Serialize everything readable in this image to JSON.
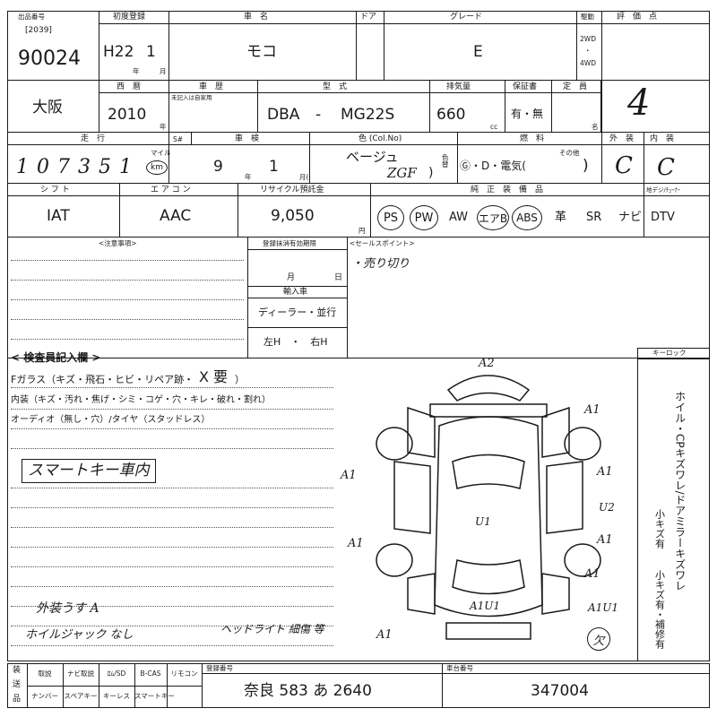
{
  "header": {
    "lot_label": "出品番号",
    "lot_sub": "[2039]",
    "lot_no": "90024",
    "reg_label": "初度登録",
    "reg_era": "H22",
    "reg_month": "1",
    "reg_year_unit": "年",
    "reg_month_unit": "月",
    "car_label": "車　名",
    "car_name": "モコ",
    "door_label": "ドア",
    "grade_label": "グレード",
    "grade": "E",
    "drive_label": "駆動",
    "drive_2wd": "2WD",
    "drive_dot": "・",
    "drive_4wd": "4WD",
    "score_label": "評　価　点",
    "score": "4"
  },
  "row2": {
    "area": "大阪",
    "year_label": "西　暦",
    "year": "2010",
    "year_unit": "年",
    "history_label": "車　歴",
    "history_note": "未記入は自家用",
    "model_label": "型　式",
    "model_prefix": "DBA",
    "model_dash": "-",
    "model_code": "MG22S",
    "cc_label": "排気量",
    "cc": "660",
    "cc_unit": "cc",
    "warranty_label": "保証書",
    "warranty": "有・無",
    "capacity_label": "定　員",
    "capacity_unit": "名"
  },
  "row3": {
    "mileage_label": "走　行",
    "smeter_label": "S#",
    "mileage_hand": "107351",
    "mileage_unit_mile": "マイル",
    "mileage_unit_km": "km",
    "inspection_label": "車　検",
    "insp_year": "9",
    "insp_year_unit": "年",
    "insp_month": "1",
    "insp_month_unit": "月(",
    "color_label": "色 (Col.No)",
    "color": "ベージュ",
    "color_code": "ZGF",
    "color_close": ")",
    "color_side": "色替",
    "fuel_label": "燃　料",
    "fuel_options": "Ⓖ・D・電気(",
    "fuel_other": "その他",
    "fuel_close": ")",
    "exterior_label": "外　装",
    "interior_label": "内　装",
    "exterior": "C",
    "interior": "C"
  },
  "row4": {
    "shift_label": "シ フ ト",
    "shift": "IAT",
    "ac_label": "エ ア コ ン",
    "ac": "AAC",
    "recycle_label": "リサイクル預託金",
    "recycle": "9,050",
    "recycle_unit": "円",
    "equip_label": "純　正　装　備　品",
    "tv_label": "地デジ/ﾁｭｰﾅｰ",
    "equip": [
      "PS",
      "PW",
      "AW",
      "エアB",
      "ABS",
      "革",
      "SR",
      "ナビ",
      "DTV"
    ]
  },
  "notes": {
    "caution_label": "<注意事項>",
    "expiry_label": "登録抹消有効期限",
    "expiry_month": "月",
    "expiry_day": "日",
    "import_label": "輸入車",
    "import_dealer": "ディーラー・並行",
    "import_handle": "左H　・　右H",
    "sales_label": "<セールスポイント>",
    "sales_point": "・売り切り"
  },
  "inspector": {
    "title": "< 検査員記入欄 >",
    "glass": "Fガラス（キズ・飛石・ヒビ・リペア跡・",
    "glass_mark": "X 要",
    "glass_close": "）",
    "interior": "内装（キズ・汚れ・焦げ・シミ・コゲ・穴・キレ・破れ・割れ）",
    "audio": "オーディオ（無し・穴）/タイヤ（スタッドレス）",
    "smartkey": "スマートキー車内",
    "hand1": "外装うす A",
    "hand2": "ホイルジャック なし",
    "hand3": "ヘッドライト 細傷 等",
    "keylock_label": "キーロック",
    "side_text_1": "ホイル・CPキズワレ/ドアミラーキズワレ",
    "side_text_2": "小キズ有",
    "side_text_3": "小キズ有・補修有",
    "fail_mark": "欠"
  },
  "diagram_marks": [
    "A2",
    "A1",
    "A1",
    "A1",
    "U1",
    "U2",
    "A1",
    "A1",
    "A1",
    "A1U1",
    "A1U1",
    "A1"
  ],
  "footer": {
    "label_a": "装",
    "label_b": "送",
    "label_c": "品",
    "items_top": [
      "取説",
      "ナビ取説",
      "ﾛﾑ/SD",
      "B-CAS",
      "リモコン"
    ],
    "items_bottom": [
      "ナンバー",
      "スペアキー",
      "キーレス",
      "スマートキー"
    ],
    "plate_label": "登録番号",
    "plate": "奈良 583 あ 2640",
    "chassis_label": "車台番号",
    "chassis": "347004"
  }
}
